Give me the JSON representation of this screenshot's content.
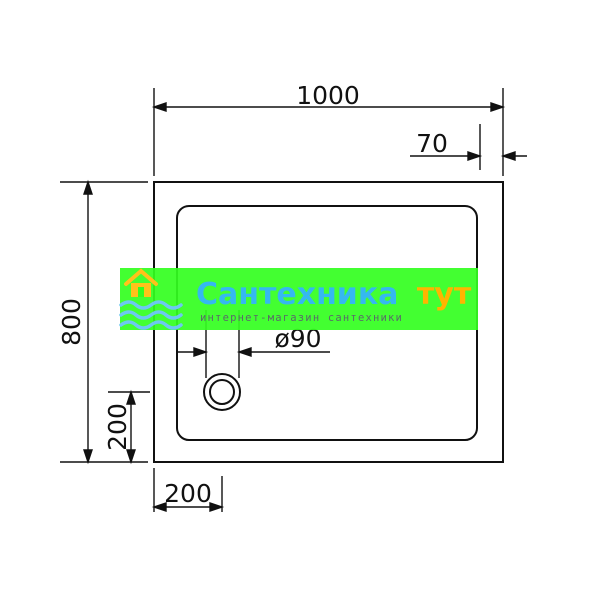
{
  "drawing": {
    "dimensions": {
      "width": "1000",
      "rim": "70",
      "height": "800",
      "drain_diameter": "ø90",
      "drain_offset_y": "200",
      "drain_offset_x": "200"
    }
  },
  "watermark": {
    "title_part1": "Сантехника",
    "title_part2": "тут",
    "subtitle": "интернет-магазин сантехники",
    "colors": {
      "band": "#33ff1f",
      "title_part1": "#35b8f0",
      "title_part2": "#ffb400",
      "subtitle": "#5a6a6a",
      "logo": "#6dc8f0"
    }
  },
  "colors": {
    "line": "#111111"
  }
}
